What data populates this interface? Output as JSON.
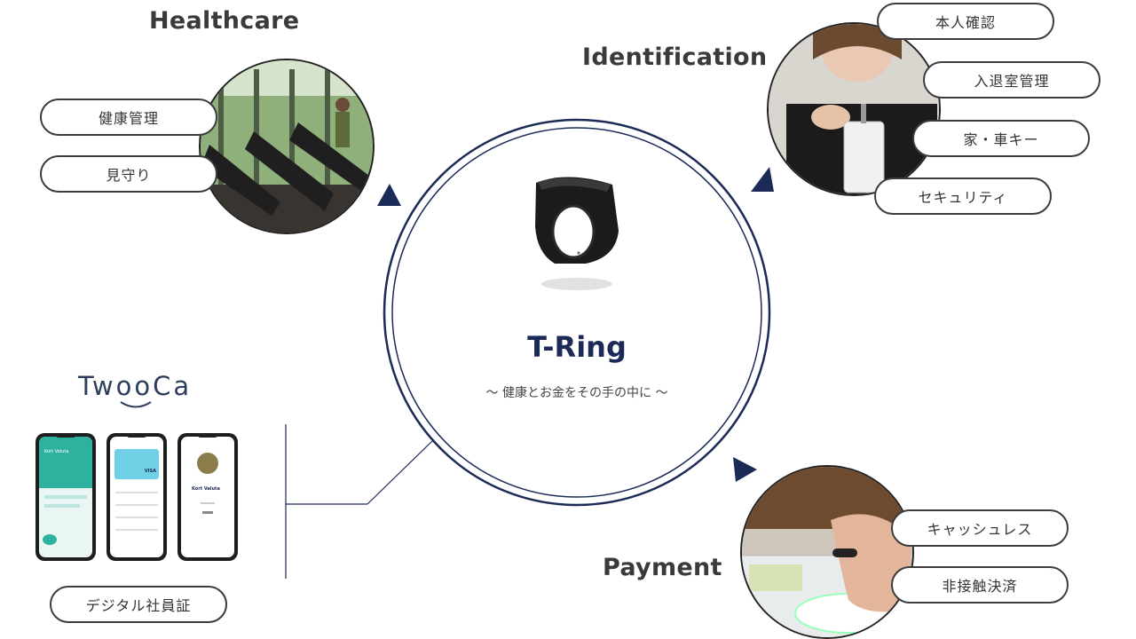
{
  "healthcare": {
    "title": "Healthcare",
    "items": [
      "健康管理",
      "見守り"
    ]
  },
  "identification": {
    "title": "Identification",
    "items": [
      "本人確認",
      "入退室管理",
      "家・車キー",
      "セキュリティ"
    ]
  },
  "payment": {
    "title": "Payment",
    "items": [
      "キャッシュレス",
      "非接触決済"
    ]
  },
  "center": {
    "product_name": "T-Ring",
    "tagline": "〜 健康とお金をその手の中に 〜"
  },
  "twooca": {
    "logo": "TwooCa",
    "label": "デジタル社員証",
    "phone_texts": [
      "Kort Valuta",
      "VISA",
      "Kort Valuta"
    ]
  },
  "colors": {
    "navy": "#1b2a57",
    "pill_border": "#3c3c3c",
    "accent_green": "#2fb1a0"
  }
}
